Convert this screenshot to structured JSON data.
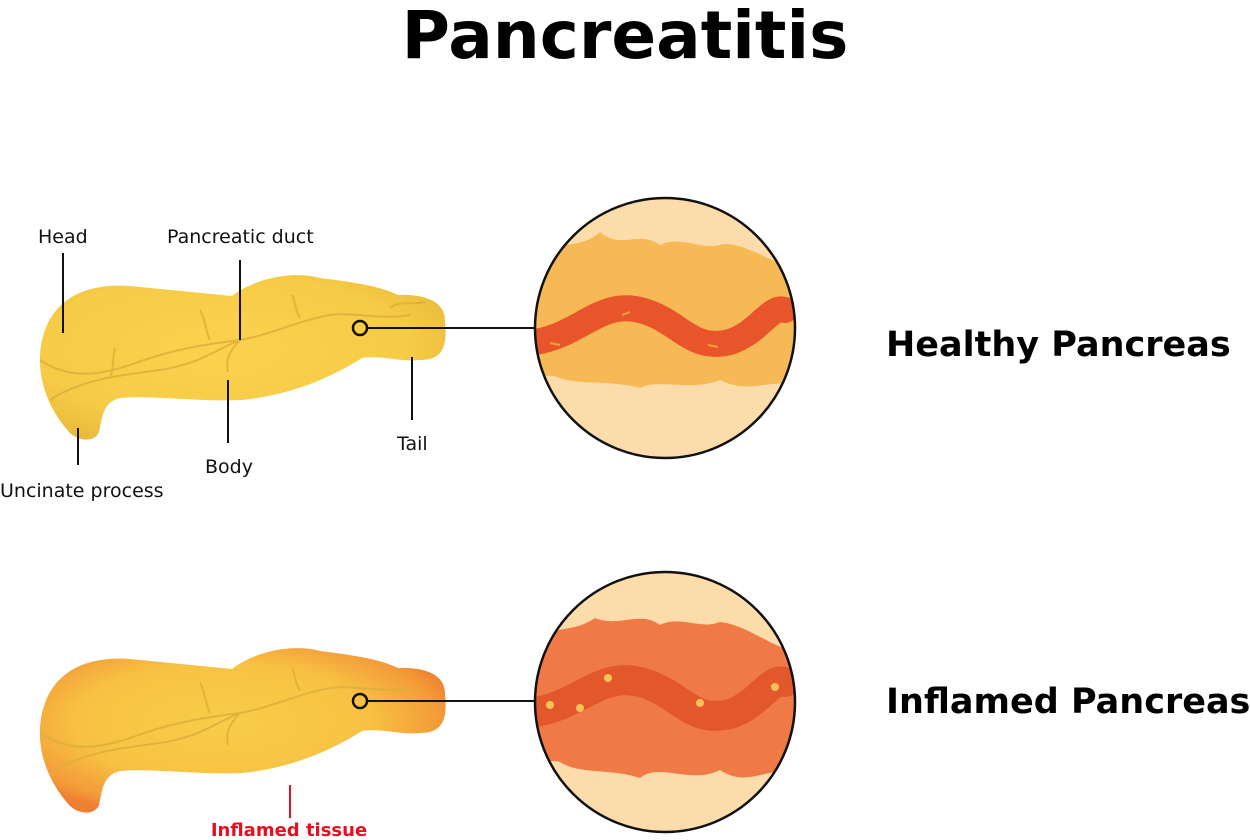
{
  "title": "Pancreatitis",
  "healthy": {
    "heading": "Healthy Pancreas",
    "labels": {
      "head": "Head",
      "duct": "Pancreatic duct",
      "body": "Body",
      "tail": "Tail",
      "uncinate": "Uncinate process"
    }
  },
  "inflamed": {
    "heading": "Inflamed Pancreas",
    "labels": {
      "tissue": "Inflamed tissue"
    }
  },
  "colors": {
    "healthy_fill": "#f9cf4a",
    "inflamed_edge": "#f08a3a",
    "duct": "#e8552b",
    "circle_bg": "#fbdcaa",
    "tissue_healthy": "#f7b955",
    "tissue_inflamed": "#ef7a45",
    "label_red": "#e3101e"
  }
}
